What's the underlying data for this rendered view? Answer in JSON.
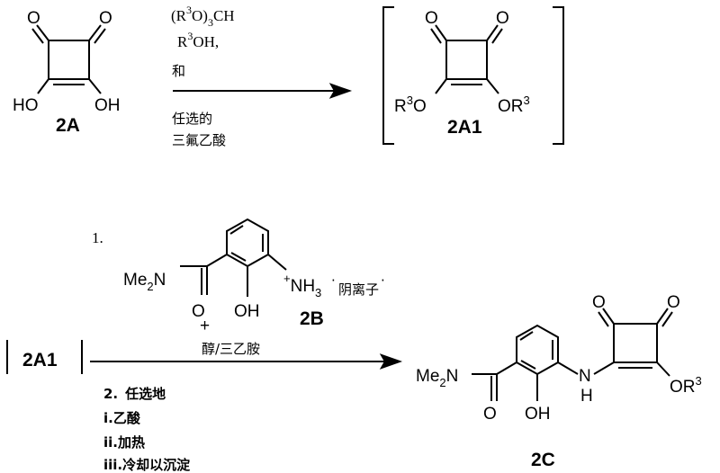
{
  "compounds": {
    "c2A": "2A",
    "c2A1": "2A1",
    "c2B": "2B",
    "c2C": "2C"
  },
  "atoms": {
    "O": "O",
    "HO": "HO",
    "OH": "OH",
    "R3O_R": "R",
    "R3O_3": "3",
    "R3O_O": "O",
    "OR3_O": "OR",
    "OR3_3": "3",
    "Me2N_Me": "Me",
    "Me2N_2": "2",
    "Me2N_N": "N",
    "NH3_plus": "+",
    "NH3_NH": "NH",
    "NH3_3": "3",
    "N": "N",
    "H": "H",
    "anion_dot_left": "·",
    "anion_dot_right": "·",
    "anion": "阴离子"
  },
  "reaction1": {
    "reagent1_paren": "(R",
    "reagent1_sup": "3",
    "reagent1_mid": "O)",
    "reagent1_sub": "3",
    "reagent1_end": "CH",
    "reagent2_R": "R",
    "reagent2_sup": "3",
    "reagent2_end": "OH,",
    "and": "和",
    "optional": "任选的",
    "tfa": "三氟乙酸"
  },
  "reaction2": {
    "step1": "1.",
    "plus": "+",
    "solvent": "醇/三乙胺",
    "step2_num": "2.",
    "step2_text": "任选地",
    "i_num": "i.",
    "i_text": "乙酸",
    "ii_num": "ii.",
    "ii_text": "加热",
    "iii_num": "iii.",
    "iii_text": "冷却以沉淀"
  }
}
